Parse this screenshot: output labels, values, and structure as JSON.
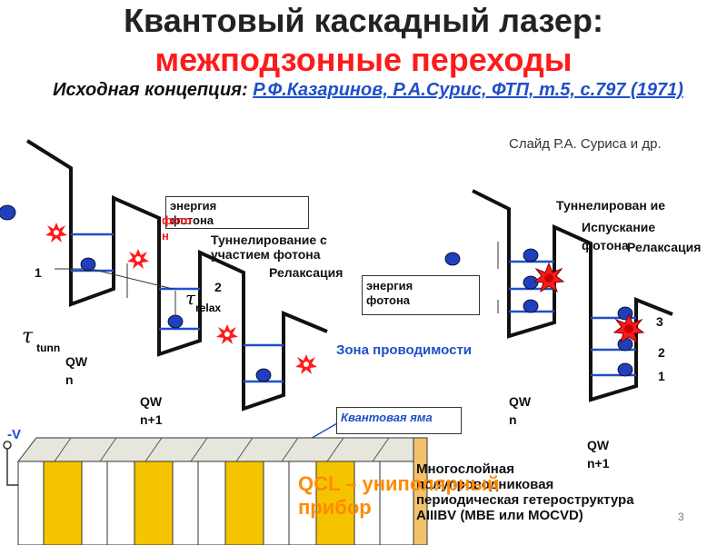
{
  "title": {
    "line1": "Квантовый каскадный лазер:",
    "line2": "межподзонные переходы"
  },
  "concept": {
    "prefix": "Исходная концепция",
    "sep": ": ",
    "ref": "Р.Ф.Казаринов, Р.А.Сурис, ФТП, т.5, с.797 (1971)"
  },
  "slide_credit": "Слайд  Р.А. Суриса и др.",
  "left_diagram": {
    "photon_energy_box": "энергия фотона",
    "photon_label": "фото н",
    "tunneling_photon": "Туннелирование с участием фотона",
    "relaxation": "Релаксация",
    "level_1": "1",
    "level_2": "2",
    "tau_symbol": "τ",
    "relax_sub": "relax",
    "tunn_sub": "tunn",
    "qw_n": "QW n",
    "qw_n1": "QW n+1",
    "conduction_band": "Зона проводимости",
    "quantum_well": "Квантовая яма"
  },
  "right_diagram": {
    "tunneling": "Туннелирован ие",
    "emission": "Испускание фотона",
    "relaxation": "Релаксация",
    "photon_energy_box": "энергия фотона",
    "level_3": "3",
    "level_2": "2",
    "level_1": "1",
    "qw_n": "QW n",
    "qw_n1": "QW n+1"
  },
  "bottom": {
    "voltage": "-V",
    "qcl": "QCL – униполярный прибор",
    "heterostructure": "Многослойная полупроводниковая периодическая гетероструктура",
    "material": "AIIIBV (MBE или MOCVD)"
  },
  "page_number": "3",
  "colors": {
    "accent_red": "#ff1a1a",
    "blue": "#1f4fc9",
    "orange": "#ff8a00",
    "yellow": "#f5c400"
  }
}
